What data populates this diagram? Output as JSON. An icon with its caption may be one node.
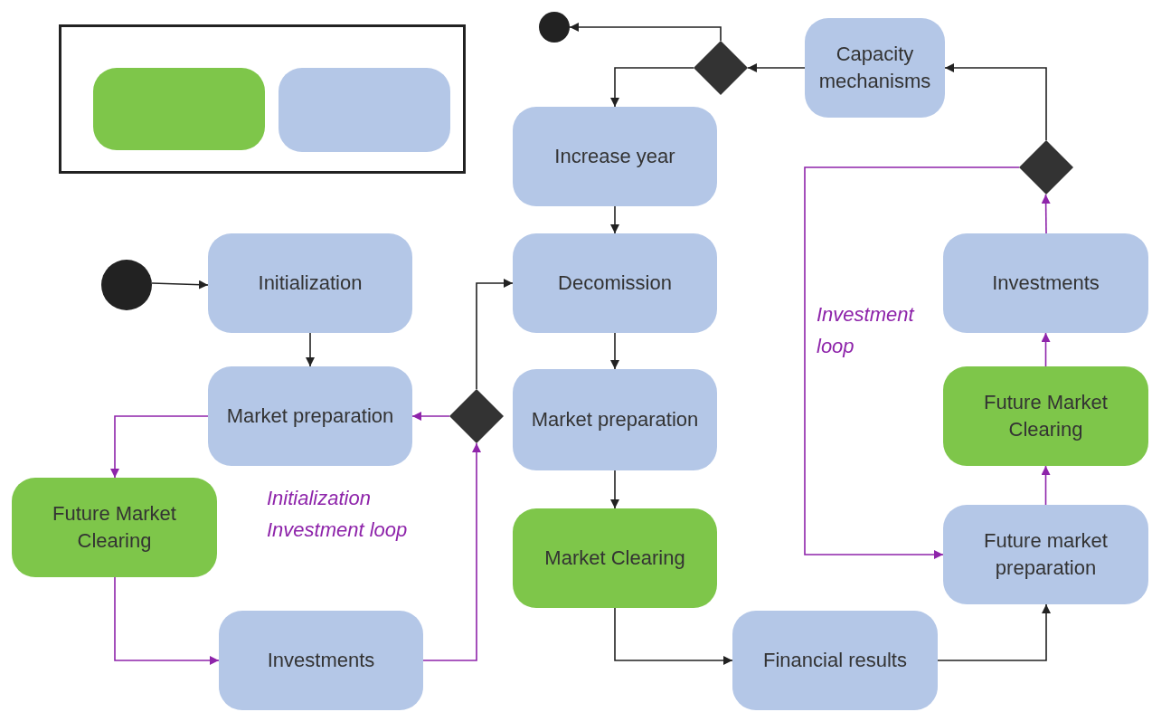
{
  "diagram": {
    "nodes": [
      {
        "text": [],
        "shape": "box"
      },
      {
        "text": [],
        "shape": "box",
        "in": 0
      },
      {
        "text": [],
        "shape": "box",
        "in": 0
      },
      {
        "text": [],
        "shape": "circle"
      },
      {
        "text": [],
        "shape": "diamond"
      },
      {
        "text": [
          "Capacity mechanisms"
        ]
      },
      {
        "text": [
          "Increase year"
        ]
      },
      {
        "text": [],
        "shape": "diamond"
      },
      {
        "text": [],
        "shape": "circle"
      },
      {
        "text": [
          "Initialization"
        ]
      },
      {
        "text": [
          "Decomission"
        ]
      },
      {
        "text": [
          "Investments"
        ]
      },
      {
        "text": [
          "Market preparation"
        ]
      },
      {
        "text": [],
        "shape": "diamond"
      },
      {
        "text": [
          "Market preparation"
        ]
      },
      {
        "text": [
          "Future Market Clearing"
        ]
      },
      {
        "text": [
          "Future Market Clearing"
        ]
      },
      {
        "text": [
          "Market Clearing"
        ]
      },
      {
        "text": [
          "Future market preparation"
        ]
      },
      {
        "text": [
          "Investments"
        ]
      },
      {
        "text": [
          "Financial results"
        ]
      }
    ],
    "edges": [
      {
        "from": 8,
        "to": 9,
        "arrow": "to"
      },
      {
        "from": 9,
        "to": 12,
        "arrow": "to"
      },
      {
        "from": 12,
        "to": 16,
        "arrow": "to",
        "color": "#8e24aa"
      },
      {
        "from": 16,
        "to": 19,
        "arrow": "to",
        "color": "#8e24aa"
      },
      {
        "from": 19,
        "to": 13,
        "arrow": "to",
        "color": "#8e24aa"
      },
      {
        "from": 13,
        "to": 12,
        "arrow": "to",
        "color": "#8e24aa"
      },
      {
        "from": 13,
        "to": 10,
        "arrow": "to"
      },
      {
        "from": 10,
        "to": 14,
        "arrow": "to"
      },
      {
        "from": 14,
        "to": 17,
        "arrow": "to"
      },
      {
        "from": 17,
        "to": 20,
        "arrow": "to"
      },
      {
        "from": 20,
        "to": 18,
        "arrow": "to"
      },
      {
        "from": 7,
        "to": 18,
        "arrow": "to",
        "color": "#8e24aa"
      },
      {
        "from": 18,
        "to": 15,
        "arrow": "to",
        "color": "#8e24aa"
      },
      {
        "from": 15,
        "to": 11,
        "arrow": "to",
        "color": "#8e24aa"
      },
      {
        "from": 11,
        "to": 7,
        "arrow": "to",
        "color": "#8e24aa"
      },
      {
        "from": 7,
        "to": 5,
        "arrow": "to"
      },
      {
        "from": 5,
        "to": 4,
        "arrow": "to"
      },
      {
        "from": 4,
        "to": 3,
        "arrow": "to"
      },
      {
        "from": 4,
        "to": 6,
        "arrow": "to"
      },
      {
        "from": 6,
        "to": 10,
        "arrow": "to"
      }
    ],
    "labels": [
      "Initialization Investment loop",
      "Investment loop"
    ]
  }
}
